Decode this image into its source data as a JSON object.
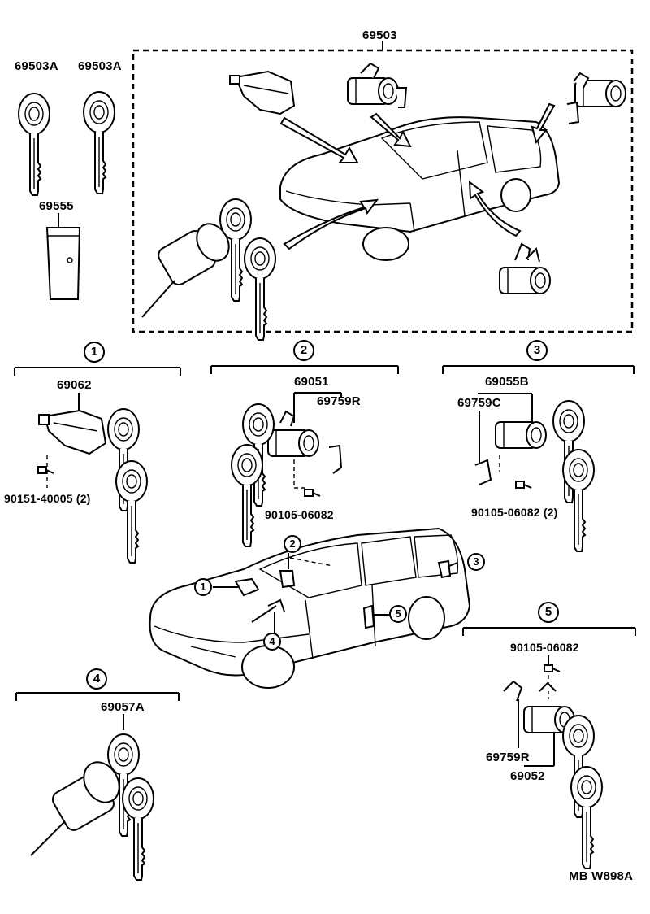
{
  "diagram": {
    "labels": {
      "set_main": "69503",
      "key_a1": "69503A",
      "key_a2": "69503A",
      "plate": "69555",
      "g1_part": "69062",
      "g1_bolt": "90151-40005",
      "g1_bolt_qty": "(2)",
      "g2_part": "69051",
      "g2_sub": "69759R",
      "g2_bolt": "90105-06082",
      "g3_part": "69055B",
      "g3_sub": "69759C",
      "g3_bolt": "90105-06082",
      "g3_bolt_qty": "(2)",
      "g4_part": "69057A",
      "g5_bolt": "90105-06082",
      "g5_sub": "69759R",
      "g5_part": "69052",
      "figure_code": "MB W898A"
    },
    "callouts": {
      "c1": "1",
      "c2": "2",
      "c3": "3",
      "c4": "4",
      "c5": "5"
    }
  }
}
